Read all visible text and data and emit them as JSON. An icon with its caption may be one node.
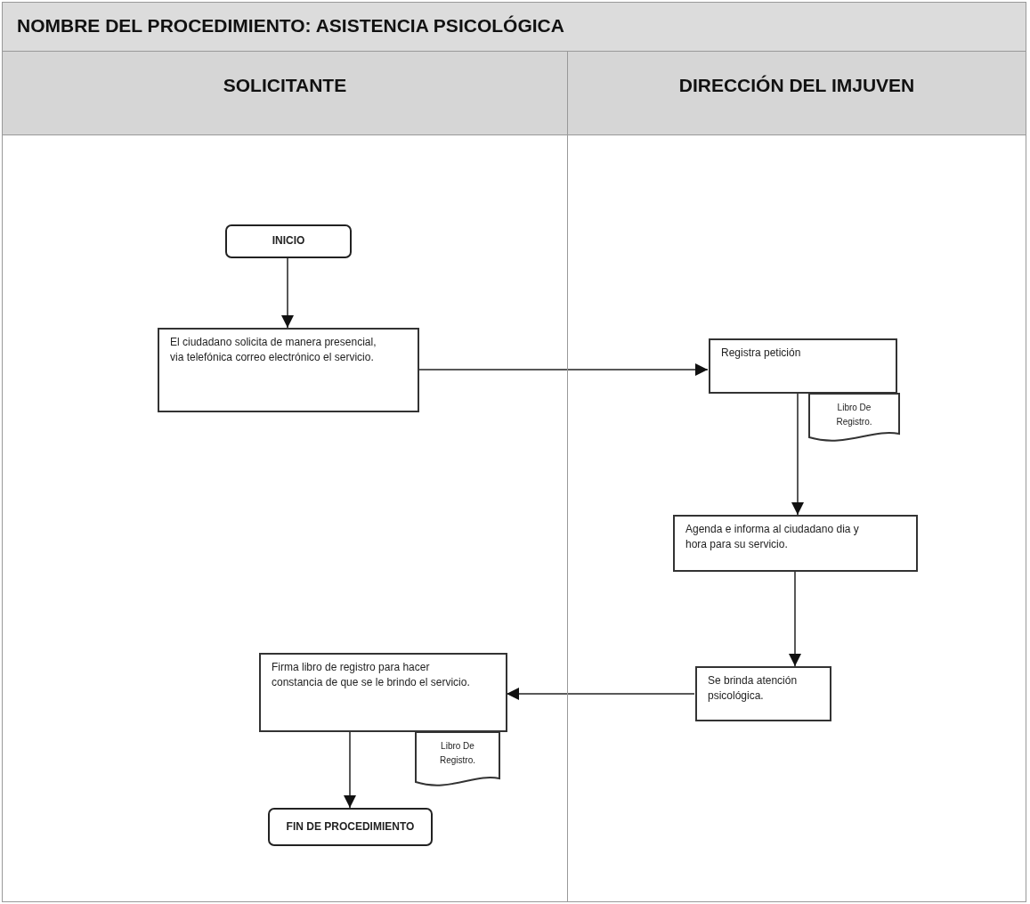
{
  "diagram": {
    "title": "NOMBRE DEL PROCEDIMIENTO: ASISTENCIA PSICOLÓGICA",
    "nodes": [
      {
        "text": [
          "SOLICITANTE"
        ]
      },
      {
        "text": [
          "DIRECCIÓN DEL IMJUVEN"
        ]
      },
      {
        "text": [
          "INICIO"
        ],
        "in": 0
      },
      {
        "text": [
          "El ciudadano solicita de manera presencial, via telefónica correo electrónico el servicio."
        ],
        "in": 0
      },
      {
        "text": [
          "Registra petición"
        ],
        "in": 1
      },
      {
        "text": [
          "Libro De Registro."
        ],
        "in": 1
      },
      {
        "text": [
          "Agenda e informa al ciudadano dia y hora para su servicio."
        ],
        "in": 1
      },
      {
        "text": [
          "Se brinda atención psicológica."
        ],
        "in": 1
      },
      {
        "text": [
          "Firma libro de registro para hacer constancia de que se le brindo el servicio."
        ],
        "in": 0
      },
      {
        "text": [
          "Libro De Registro."
        ],
        "in": 0
      },
      {
        "text": [
          "FIN DE PROCEDIMIENTO"
        ],
        "in": 0
      }
    ],
    "edges": [
      {
        "from": 2,
        "to": 3,
        "arrow": "to"
      },
      {
        "from": 3,
        "to": 4,
        "arrow": "to"
      },
      {
        "from": 4,
        "to": 6,
        "arrow": "to"
      },
      {
        "from": 6,
        "to": 7,
        "arrow": "to"
      },
      {
        "from": 7,
        "to": 8,
        "arrow": "to"
      },
      {
        "from": 8,
        "to": 10,
        "arrow": "to"
      }
    ]
  }
}
